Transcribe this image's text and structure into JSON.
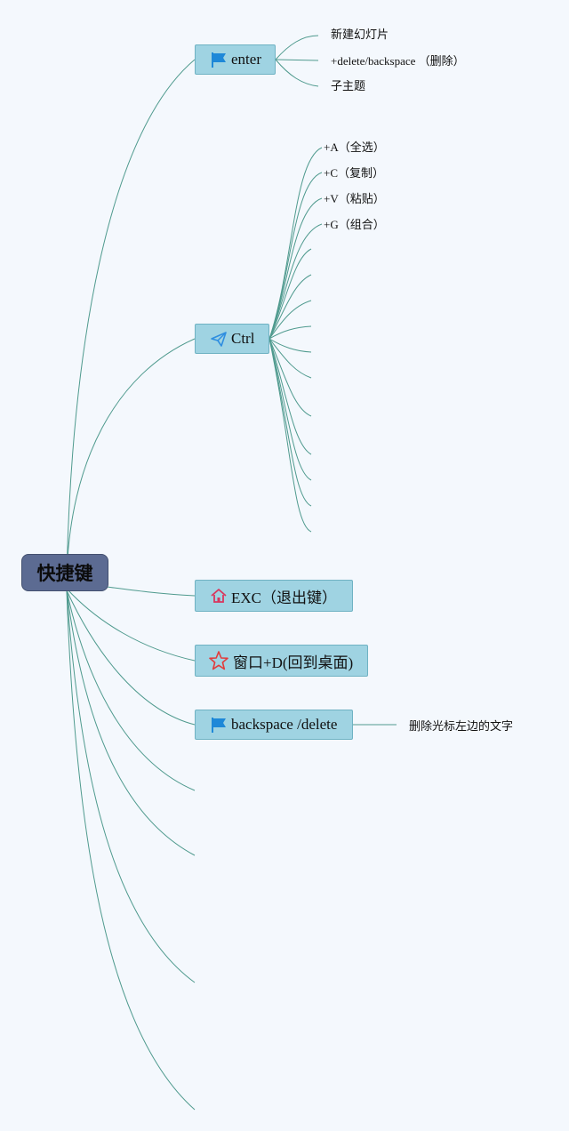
{
  "root": {
    "label": "快捷键"
  },
  "branches": {
    "enter": {
      "label": "enter",
      "icon": "flag-icon",
      "children": [
        "新建幻灯片",
        "+delete/backspace （删除）",
        "子主题"
      ]
    },
    "ctrl": {
      "label": "Ctrl",
      "icon": "paper-plane-icon",
      "children": [
        "+A（全选）",
        "+C（复制）",
        "+V（粘贴）",
        "+G（组合）"
      ]
    },
    "exc": {
      "label": "EXC（退出键）",
      "icon": "home-icon"
    },
    "win_d": {
      "label": "窗口+D(回到桌面)",
      "icon": "star-icon"
    },
    "backspace": {
      "label": "backspace /delete",
      "icon": "flag-icon",
      "children": [
        "删除光标左边的文字"
      ]
    }
  },
  "colors": {
    "root_fill": "#5c6b92",
    "node_fill": "#9fd3e2",
    "line": "#4f9a8e",
    "flag_icon": "#1e88d8",
    "plane_icon": "#2f8ee0",
    "home_icon": "#d9365e",
    "star_icon": "#e23b3b"
  }
}
